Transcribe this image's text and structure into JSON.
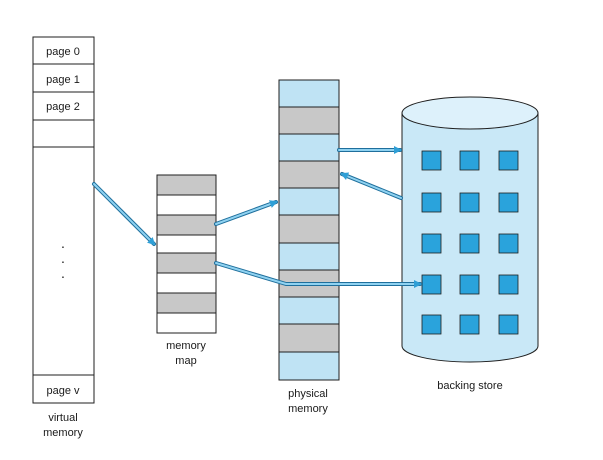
{
  "virtual_memory": {
    "pages": [
      "page 0",
      "page 1",
      "page 2"
    ],
    "ellipsis": "·",
    "last_page": "page v",
    "label_line1": "virtual",
    "label_line2": "memory"
  },
  "memory_map": {
    "label_line1": "memory",
    "label_line2": "map"
  },
  "physical_memory": {
    "label_line1": "physical",
    "label_line2": "memory"
  },
  "backing_store": {
    "label": "backing store"
  },
  "colors": {
    "outline": "#1f1f1f",
    "gray_frame": "#c8c8c8",
    "light_blue_frame": "#bfe3f4",
    "cylinder_fill": "#c9e8f7",
    "square_fill": "#2aa3dc",
    "arrow": "#2f9fd6"
  }
}
